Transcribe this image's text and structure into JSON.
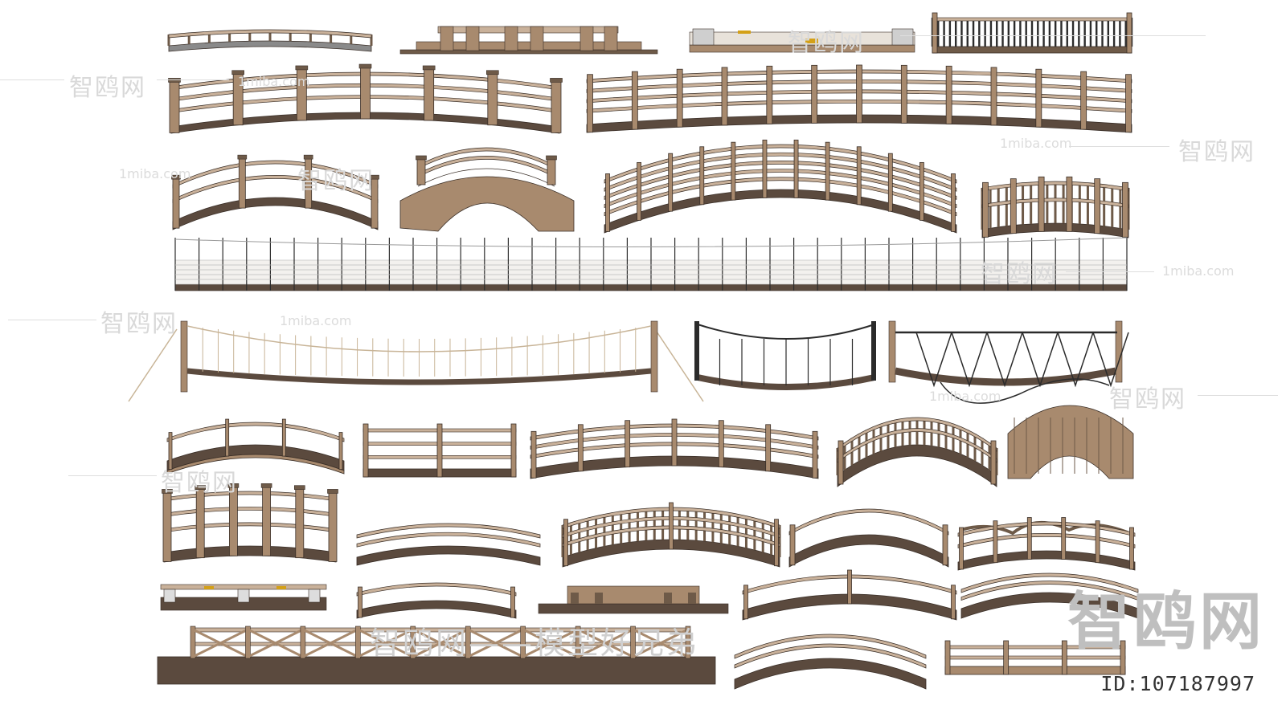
{
  "watermark": {
    "brand_cn": "智鸥网",
    "site": "1miba.com",
    "slogan": "智鸥网——模型好兄弟"
  },
  "id_label": "ID:107187997",
  "colors": {
    "wood": "#a88a6e",
    "wood_dark": "#6e5a48",
    "wood_light": "#c9b19a",
    "deck": "#5b4a3e",
    "stroke": "#3a2f28",
    "rope": "#c8b497",
    "metal": "#2b2b2b"
  }
}
